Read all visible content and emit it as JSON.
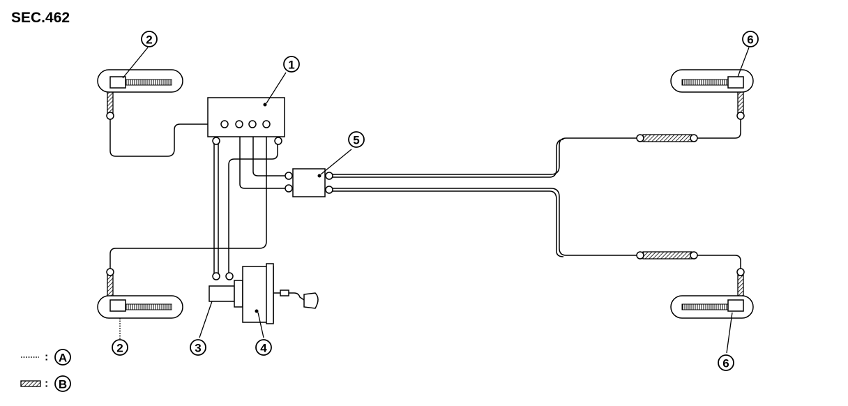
{
  "header": {
    "section_code": "SEC.462"
  },
  "callouts": {
    "c1": "1",
    "c2_front_left_top": "2",
    "c2_front_left_bottom": "2",
    "c3": "3",
    "c4": "4",
    "c5": "5",
    "c6_rear_top": "6",
    "c6_rear_bottom": "6"
  },
  "legend": {
    "a": {
      "sep": ":",
      "letter": "A"
    },
    "b": {
      "sep": ":",
      "letter": "B"
    }
  }
}
